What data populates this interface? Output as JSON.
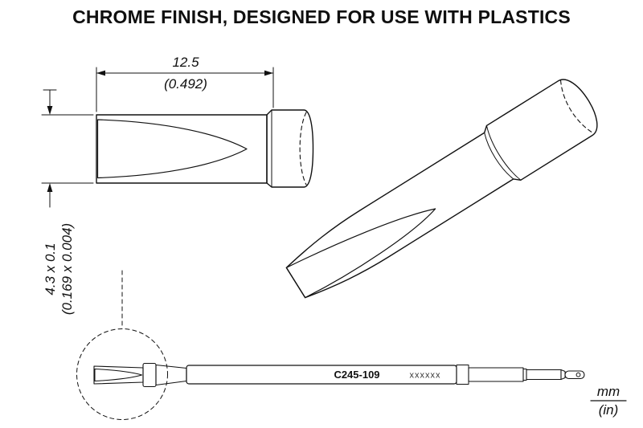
{
  "title": "CHROME FINISH, DESIGNED FOR USE WITH PLASTICS",
  "dimensions": {
    "length_mm": "12.5",
    "length_in": "(0.492)",
    "blade_mm": "4.3 x 0.1",
    "blade_in": "(0.169 x 0.004)"
  },
  "cartridge": {
    "model": "C245-109",
    "marking": "xxxxxx"
  },
  "legend": {
    "mm": "mm",
    "in": "(in)"
  },
  "colors": {
    "line": "#111111",
    "metal_light": "#f6f6f6",
    "metal_mid": "#d9d9d9",
    "metal_dark": "#9a9a9a",
    "band_dark": "#2e2e2e",
    "background": "#ffffff"
  }
}
